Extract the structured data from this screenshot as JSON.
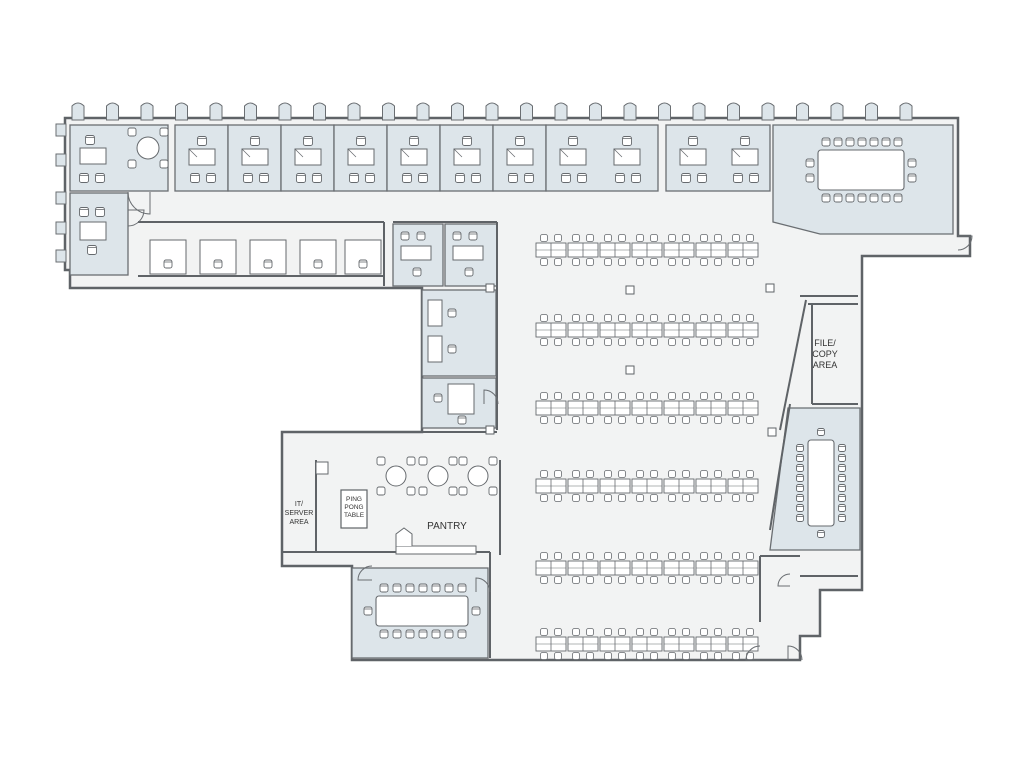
{
  "labels": {
    "file_copy": [
      "FILE/",
      "COPY",
      "AREA"
    ],
    "it_server": [
      "IT/",
      "SERVER",
      "AREA"
    ],
    "ping_pong": [
      "PING",
      "PONG",
      "TABLE"
    ],
    "pantry": "PANTRY"
  },
  "colors": {
    "background": "#ffffff",
    "floor": "#f2f3f3",
    "office_tint": "#dde5ea",
    "wall": "#5f6367",
    "furniture_fill": "#ffffff",
    "furniture_stroke": "#666a6e"
  },
  "icons": {
    "chair": "chair-icon",
    "round_table": "round-table-icon",
    "workstation_pod": "workstation-pod-icon",
    "door_swing": "door-swing-icon"
  }
}
